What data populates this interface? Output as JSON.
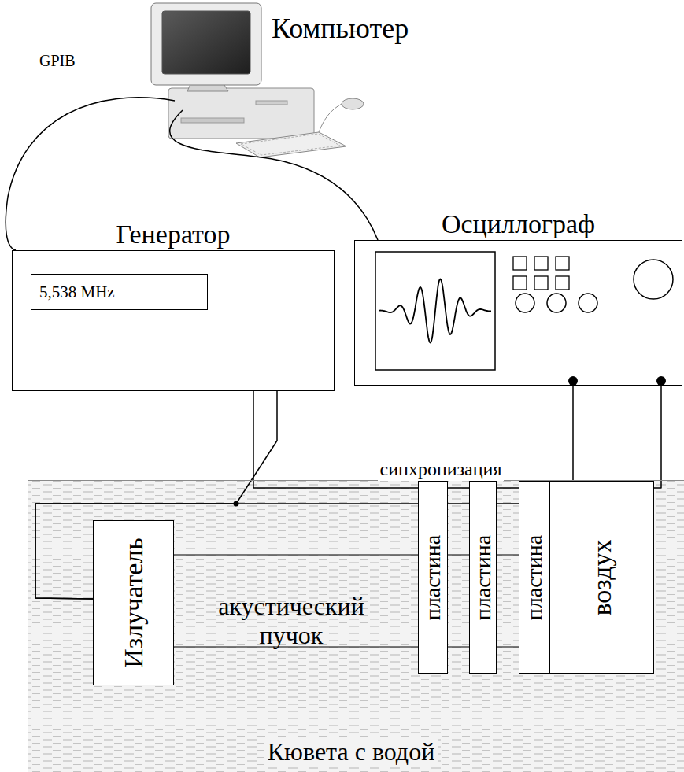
{
  "diagram": {
    "nodes": [
      {
        "text": [
          "Генератор"
        ]
      },
      {
        "text": [
          "5,538 MHz"
        ],
        "in": 0
      },
      {
        "text": [
          "Осциллограф"
        ]
      },
      {
        "text": [
          "Кювета с водой"
        ]
      },
      {
        "text": [
          "Излучатель"
        ],
        "in": 3
      },
      {
        "text": [
          "пластина"
        ],
        "in": 3
      },
      {
        "text": [
          "пластина"
        ],
        "in": 3
      },
      {
        "text": [
          "пластина"
        ],
        "in": 3
      },
      {
        "text": [
          "воздух"
        ],
        "in": 3
      }
    ],
    "edges": [
      {
        "from": 0,
        "to": 4,
        "arrow": "none"
      },
      {
        "from": 4,
        "to": 2,
        "arrow": "none"
      },
      {
        "from": 0,
        "to": 2,
        "label": "синхронизация",
        "arrow": "none"
      }
    ],
    "labels": [
      "Компьютер",
      "GPIB",
      "акустический пучок"
    ]
  }
}
